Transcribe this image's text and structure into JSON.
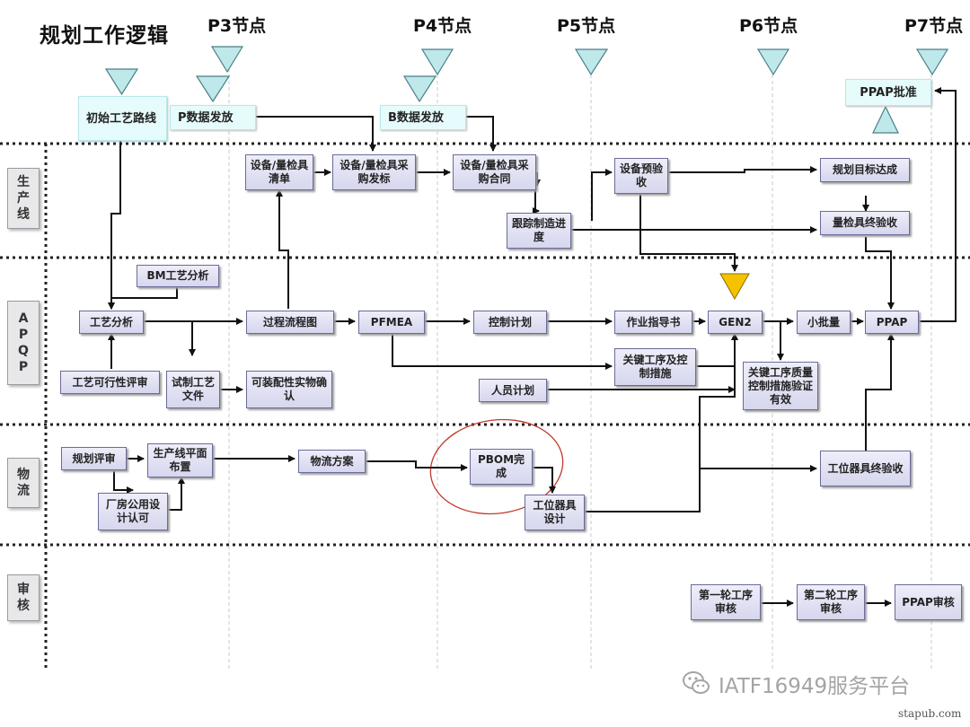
{
  "title": "规划工作逻辑",
  "milestones": [
    "P3节点",
    "P4节点",
    "P5节点",
    "P6节点",
    "P7节点"
  ],
  "lanes": {
    "production": "生产线",
    "apqp": "APQP",
    "logistics": "物流",
    "audit": "审核"
  },
  "nodes": {
    "initial_route": "初始工艺路线",
    "p_data": "P数据发放",
    "b_data": "B数据发放",
    "ppap_approval": "PPAP批准",
    "gauge_list": "设备/量检具清单",
    "gauge_tender": "设备/量检具采购发标",
    "gauge_contract": "设备/量检具采购合同",
    "track_progress": "跟踪制造进度",
    "pre_acceptance": "设备预验收",
    "planning_target": "规划目标达成",
    "gauge_final": "量检具终验收",
    "bm_analysis": "BM工艺分析",
    "process_analysis": "工艺分析",
    "process_flow": "过程流程图",
    "pfmea": "PFMEA",
    "control_plan": "控制计划",
    "work_instruction": "作业指导书",
    "gen2": "GEN2",
    "small_batch": "小批量",
    "ppap": "PPAP",
    "feasibility_review": "工艺可行性评审",
    "trial_docs": "试制工艺文件",
    "sample_confirm": "可装配性实物确认",
    "key_process": "关键工序及控制措施",
    "staff_plan": "人员计划",
    "key_quality": "关键工序质量控制措施验证有效",
    "planning_review": "规划评审",
    "line_layout": "生产线平面布置",
    "plant_approval": "厂房公用设计认可",
    "logistics_plan": "物流方案",
    "pbom_done": "PBOM完成",
    "fixture_design": "工位器具设计",
    "fixture_final": "工位器具终验收",
    "audit_round1": "第一轮工序审核",
    "audit_round2": "第二轮工序审核",
    "ppap_audit": "PPAP审核"
  },
  "watermark": "IATF16949服务平台",
  "site": "stapub.com",
  "colors": {
    "box_fill": "#dcdcf2",
    "box_border": "#6b6b9a",
    "milestone_triangle": "#bfe8ea",
    "gen2_triangle": "#f5c200",
    "highlight_circle": "#c0392b"
  }
}
